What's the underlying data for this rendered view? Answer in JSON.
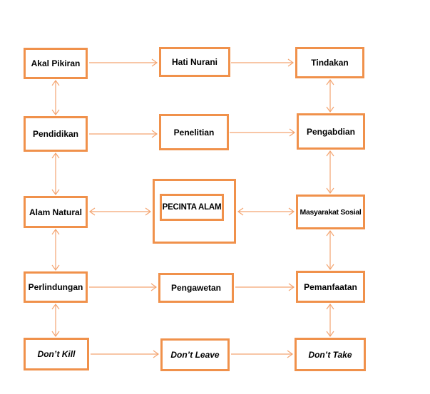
{
  "diagram": {
    "background_color": "#FFFFFF",
    "box_border_color": "#F0914B",
    "connector_color": "#F4A470",
    "text_color": "#000000",
    "center_node_id": "pecinta-alam",
    "nodes": [
      {
        "id": "akal-pikiran",
        "label": "Akal Pikiran",
        "style": "normal",
        "double_border": false
      },
      {
        "id": "hati-nurani",
        "label": "Hati Nurani",
        "style": "normal",
        "double_border": false
      },
      {
        "id": "tindakan",
        "label": "Tindakan",
        "style": "normal",
        "double_border": false
      },
      {
        "id": "pendidikan",
        "label": "Pendidikan",
        "style": "normal",
        "double_border": false
      },
      {
        "id": "penelitian",
        "label": "Penelitian",
        "style": "normal",
        "double_border": false
      },
      {
        "id": "pengabdian",
        "label": "Pengabdian",
        "style": "normal",
        "double_border": false
      },
      {
        "id": "alam-natural",
        "label": "Alam Natural",
        "style": "normal",
        "double_border": false
      },
      {
        "id": "pecinta-alam",
        "label": "PECINTA ALAM",
        "style": "normal",
        "double_border": true
      },
      {
        "id": "masyarakat-sosial",
        "label": "Masyarakat Sosial",
        "style": "normal",
        "double_border": false
      },
      {
        "id": "perlindungan",
        "label": "Perlindungan",
        "style": "normal",
        "double_border": false
      },
      {
        "id": "pengawetan",
        "label": "Pengawetan",
        "style": "normal",
        "double_border": false
      },
      {
        "id": "pemanfaatan",
        "label": "Pemanfaatan",
        "style": "normal",
        "double_border": false
      },
      {
        "id": "dont-kill",
        "label": "Don’t Kill",
        "style": "italic",
        "double_border": false
      },
      {
        "id": "dont-leave",
        "label": "Don’t Leave",
        "style": "italic",
        "double_border": false
      },
      {
        "id": "dont-take",
        "label": "Don’t Take",
        "style": "italic",
        "double_border": false
      }
    ],
    "edges": [
      {
        "from": "akal-pikiran",
        "to": "hati-nurani",
        "arrows": "forward"
      },
      {
        "from": "hati-nurani",
        "to": "tindakan",
        "arrows": "forward"
      },
      {
        "from": "akal-pikiran",
        "to": "pendidikan",
        "arrows": "both"
      },
      {
        "from": "tindakan",
        "to": "pengabdian",
        "arrows": "both"
      },
      {
        "from": "pendidikan",
        "to": "penelitian",
        "arrows": "forward"
      },
      {
        "from": "penelitian",
        "to": "pengabdian",
        "arrows": "forward"
      },
      {
        "from": "pendidikan",
        "to": "alam-natural",
        "arrows": "both"
      },
      {
        "from": "pengabdian",
        "to": "masyarakat-sosial",
        "arrows": "both"
      },
      {
        "from": "alam-natural",
        "to": "pecinta-alam",
        "arrows": "both"
      },
      {
        "from": "pecinta-alam",
        "to": "masyarakat-sosial",
        "arrows": "both"
      },
      {
        "from": "alam-natural",
        "to": "perlindungan",
        "arrows": "both"
      },
      {
        "from": "masyarakat-sosial",
        "to": "pemanfaatan",
        "arrows": "both"
      },
      {
        "from": "perlindungan",
        "to": "pengawetan",
        "arrows": "forward"
      },
      {
        "from": "pengawetan",
        "to": "pemanfaatan",
        "arrows": "forward"
      },
      {
        "from": "perlindungan",
        "to": "dont-kill",
        "arrows": "both"
      },
      {
        "from": "pemanfaatan",
        "to": "dont-take",
        "arrows": "both"
      },
      {
        "from": "dont-kill",
        "to": "dont-leave",
        "arrows": "forward"
      },
      {
        "from": "dont-leave",
        "to": "dont-take",
        "arrows": "forward"
      }
    ]
  }
}
